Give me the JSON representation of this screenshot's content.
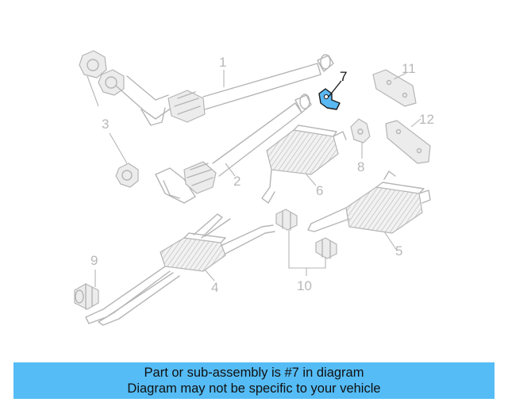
{
  "diagram": {
    "callouts": [
      {
        "id": "1",
        "label": "1"
      },
      {
        "id": "2",
        "label": "2"
      },
      {
        "id": "3",
        "label": "3"
      },
      {
        "id": "4",
        "label": "4"
      },
      {
        "id": "5",
        "label": "5"
      },
      {
        "id": "6",
        "label": "6"
      },
      {
        "id": "7",
        "label": "7",
        "highlighted": true
      },
      {
        "id": "8",
        "label": "8"
      },
      {
        "id": "9",
        "label": "9"
      },
      {
        "id": "10",
        "label": "10"
      },
      {
        "id": "11",
        "label": "11"
      },
      {
        "id": "12",
        "label": "12"
      }
    ],
    "highlight_color": "#5ab8f2"
  },
  "banner": {
    "line1": "Part or sub-assembly is #7 in diagram",
    "line2": "Diagram may not be specific to your vehicle",
    "background": "#55bcf6"
  }
}
